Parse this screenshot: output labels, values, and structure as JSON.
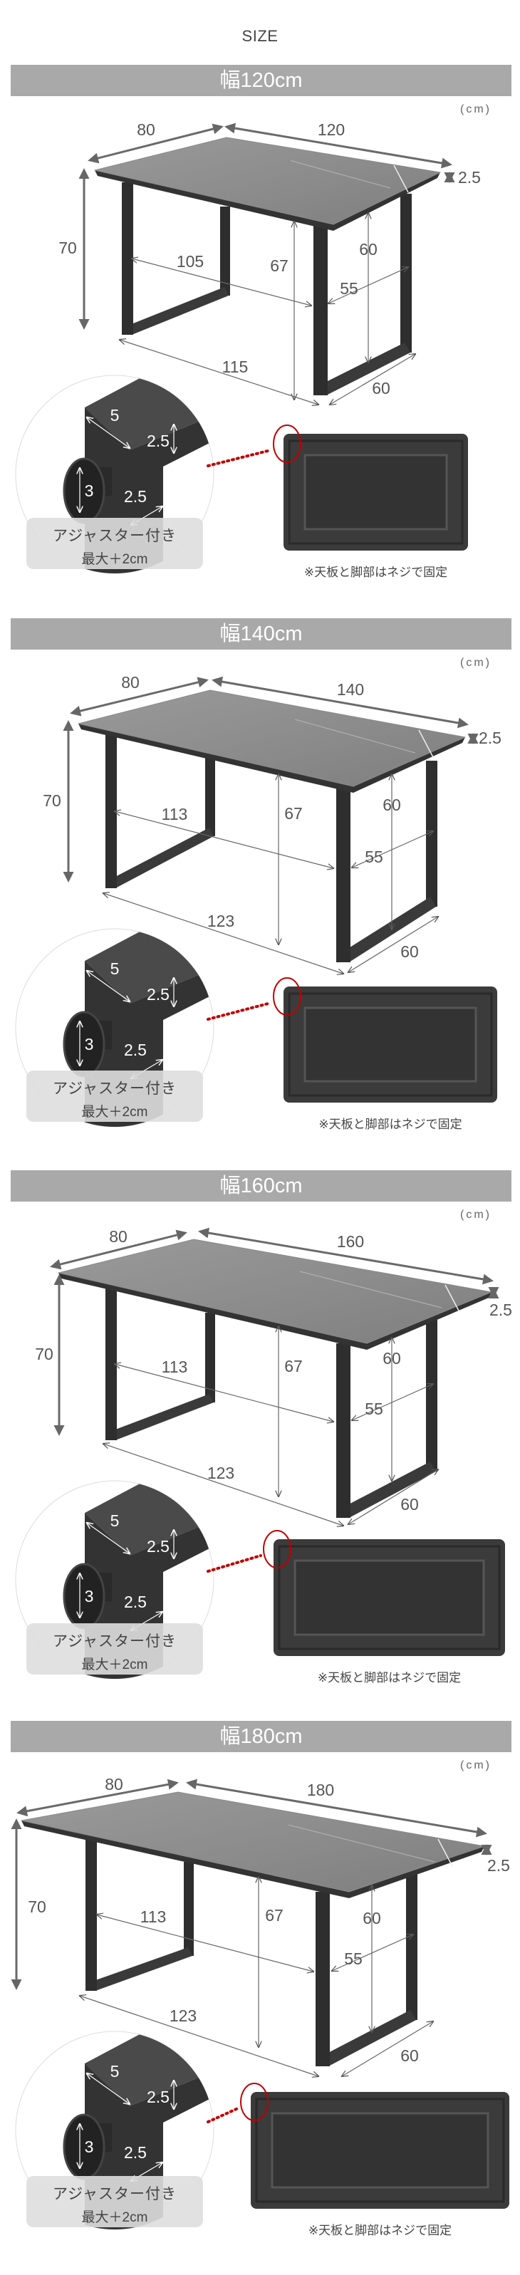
{
  "title": "SIZE",
  "unit": "(cm)",
  "colors": {
    "header_bg": "#a9a9a9",
    "marker": "#c00000",
    "frame": "#2e2e2e",
    "top": "#8e8e8e"
  },
  "sections": [
    {
      "header": "幅120cm",
      "dims": {
        "depth": "80",
        "width": "120",
        "thickness": "2.5",
        "height": "70",
        "inner_width": "105",
        "clearance": "67",
        "leg_inner_height": "60",
        "leg_inner_depth": "55",
        "bottom_width": "115",
        "leg_depth": "60"
      },
      "detail": {
        "leg_size": "5",
        "top_size": "2.5",
        "adjuster": "3",
        "leg_thick": "2.5",
        "label1": "アジャスター付き",
        "label2": "最大＋2cm"
      },
      "caption": "※天板と脚部はネジで固定"
    },
    {
      "header": "幅140cm",
      "dims": {
        "depth": "80",
        "width": "140",
        "thickness": "2.5",
        "height": "70",
        "inner_width": "113",
        "clearance": "67",
        "leg_inner_height": "60",
        "leg_inner_depth": "55",
        "bottom_width": "123",
        "leg_depth": "60"
      },
      "detail": {
        "leg_size": "5",
        "top_size": "2.5",
        "adjuster": "3",
        "leg_thick": "2.5",
        "label1": "アジャスター付き",
        "label2": "最大＋2cm"
      },
      "caption": "※天板と脚部はネジで固定"
    },
    {
      "header": "幅160cm",
      "dims": {
        "depth": "80",
        "width": "160",
        "thickness": "2.5",
        "height": "70",
        "inner_width": "113",
        "clearance": "67",
        "leg_inner_height": "60",
        "leg_inner_depth": "55",
        "bottom_width": "123",
        "leg_depth": "60"
      },
      "detail": {
        "leg_size": "5",
        "top_size": "2.5",
        "adjuster": "3",
        "leg_thick": "2.5",
        "label1": "アジャスター付き",
        "label2": "最大＋2cm"
      },
      "caption": "※天板と脚部はネジで固定"
    },
    {
      "header": "幅180cm",
      "dims": {
        "depth": "80",
        "width": "180",
        "thickness": "2.5",
        "height": "70",
        "inner_width": "113",
        "clearance": "67",
        "leg_inner_height": "60",
        "leg_inner_depth": "55",
        "bottom_width": "123",
        "leg_depth": "60"
      },
      "detail": {
        "leg_size": "5",
        "top_size": "2.5",
        "adjuster": "3",
        "leg_thick": "2.5",
        "label1": "アジャスター付き",
        "label2": "最大＋2cm"
      },
      "caption": "※天板と脚部はネジで固定"
    }
  ]
}
